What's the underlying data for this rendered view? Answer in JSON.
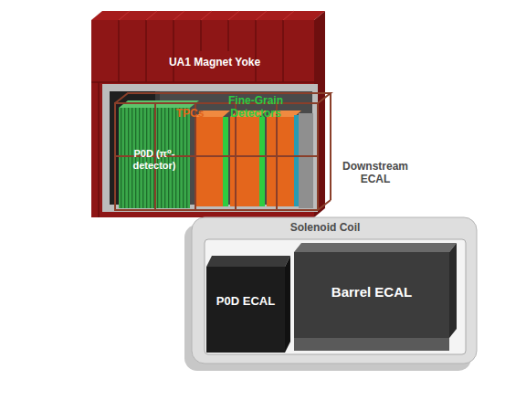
{
  "diagram": {
    "nodes": [
      {
        "text": [
          "UA1 Magnet Yoke"
        ]
      },
      {
        "text": [
          "P0D (π⁰-detector)"
        ]
      },
      {
        "text": [
          "P0D ECAL"
        ]
      },
      {
        "text": [
          "Barrel ECAL"
        ]
      }
    ],
    "labels": [
      "TPCs",
      "Fine-Grain Detectors",
      "Downstream ECAL",
      "Solenoid Coil"
    ]
  }
}
